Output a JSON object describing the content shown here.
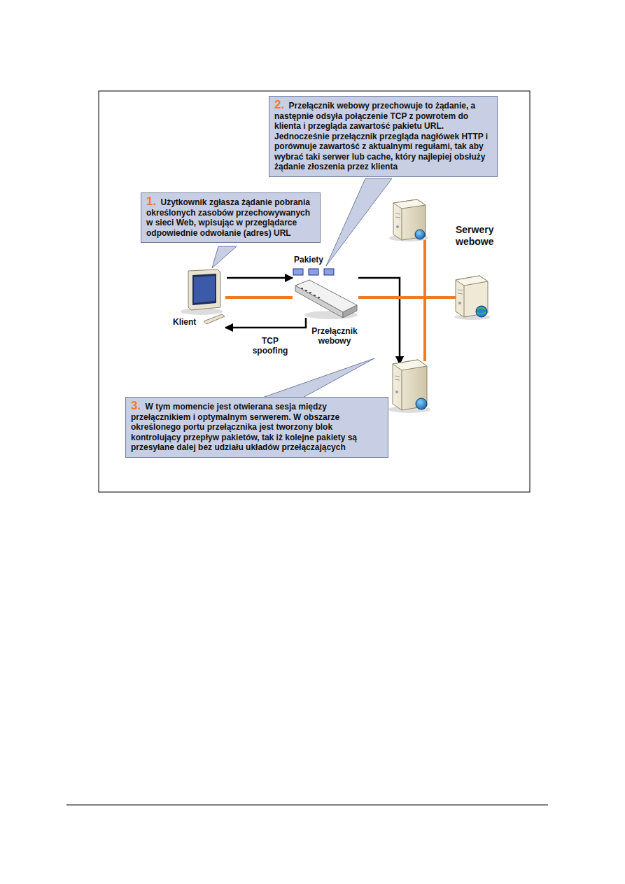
{
  "diagram": {
    "nodes": [
      {
        "text": [
          "1.",
          "Użytkownik zgłasza żądanie pobrania określonych zasobów przechowywanych w sieci Web, wpisując w przeglądarce odpowiednie odwołanie (adres) URL"
        ]
      },
      {
        "text": [
          "2.",
          "Przełącznik webowy przechowuje to żądanie, a następnie odsyła połączenie TCP z powrotem do klienta i przegląda zawartość pakietu URL. Jednocześnie przełącznik przegląda nagłówek HTTP i porównuje zawartość z aktualnymi regułami, tak aby wybrać taki serwer lub cache, który najlepiej obsłuży żądanie złoszenia przez klienta"
        ]
      },
      {
        "text": [
          "3.",
          "W tym momencie jest otwierana sesja między przełącznikiem i optymalnym serwerem. W obszarze określonego portu przełącznika jest tworzony blok kontrolujący przepływ pakietów, tak iż kolejne pakiety są przesyłane dalej bez udziału układów przełączających"
        ]
      },
      {
        "text": [
          "Klient"
        ]
      },
      {
        "text": [
          "Przełącznik webowy"
        ]
      },
      {
        "text": [
          "Serwery webowe"
        ]
      }
    ],
    "edges": [
      {
        "from": 3,
        "to": 4,
        "arrow": "to"
      },
      {
        "from": 4,
        "to": 3,
        "arrow": "to",
        "label": "TCP spoofing"
      },
      {
        "from": 3,
        "to": 4,
        "arrow": "none"
      },
      {
        "from": 4,
        "to": 5,
        "arrow": "none"
      }
    ],
    "labels": [
      "Pakiety"
    ]
  }
}
